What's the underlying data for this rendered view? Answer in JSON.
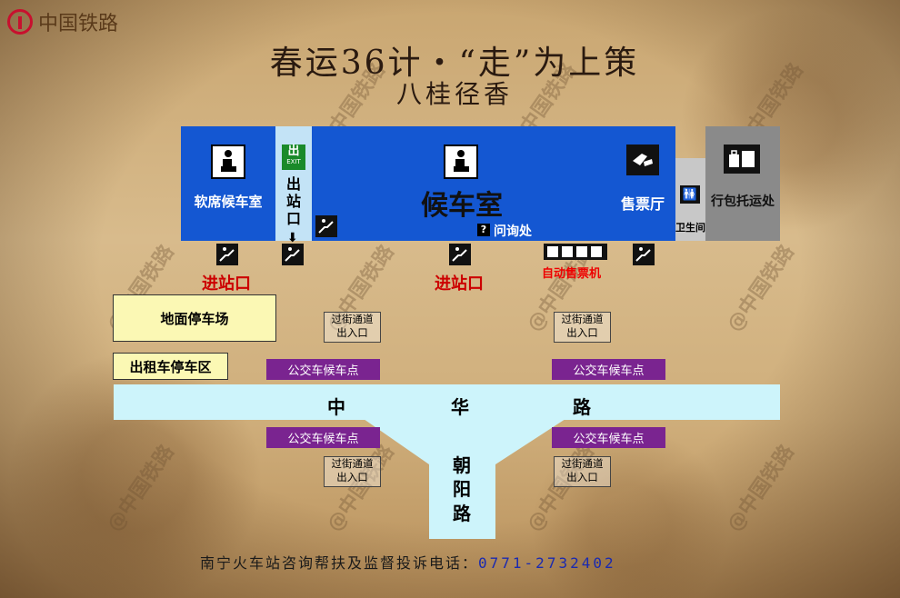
{
  "brand": {
    "logo_text": "中国铁路",
    "watermark": "@中国铁路"
  },
  "heading": {
    "title": "春运36计・“走”为上策",
    "subtitle": "八桂径香"
  },
  "station": {
    "soft_waiting_room": "软席候车室",
    "exit_sign": "出",
    "exit_sign_en": "EXIT",
    "exit_label": "出站口",
    "waiting_room": "候车室",
    "info_desk": "问询处",
    "ticket_hall": "售票厅",
    "restroom": "卫生间",
    "luggage": "行包托运处"
  },
  "entrances": {
    "left": "进站口",
    "center": "进站口",
    "vending": "自动售票机"
  },
  "facilities": {
    "ground_parking": "地面停车场",
    "taxi_area": "出租车停车区"
  },
  "crossings": [
    "过街通道\n出入口",
    "过街通道\n出入口",
    "过街通道\n出入口",
    "过街通道\n出入口"
  ],
  "bus_stops": [
    "公交车候车点",
    "公交车候车点",
    "公交车候车点",
    "公交车候车点"
  ],
  "roads": {
    "main_road_chars": [
      "中",
      "华",
      "路"
    ],
    "side_road_chars": [
      "朝",
      "阳",
      "路"
    ]
  },
  "footer": {
    "label": "南宁火车站咨询帮扶及监督投诉电话：",
    "phone": "0771-2732402"
  },
  "colors": {
    "station_blue": "#1457d2",
    "entrance_red": "#cc0000",
    "bus_purple": "#7a2490",
    "road_cyan": "#cdf4fb",
    "parking_yellow": "#fbf8b4",
    "luggage_gray": "#8a8a8a",
    "restroom_gray": "#c8c8c8",
    "exit_green": "#1a8a2a",
    "phone_blue": "#1a2ab0"
  }
}
